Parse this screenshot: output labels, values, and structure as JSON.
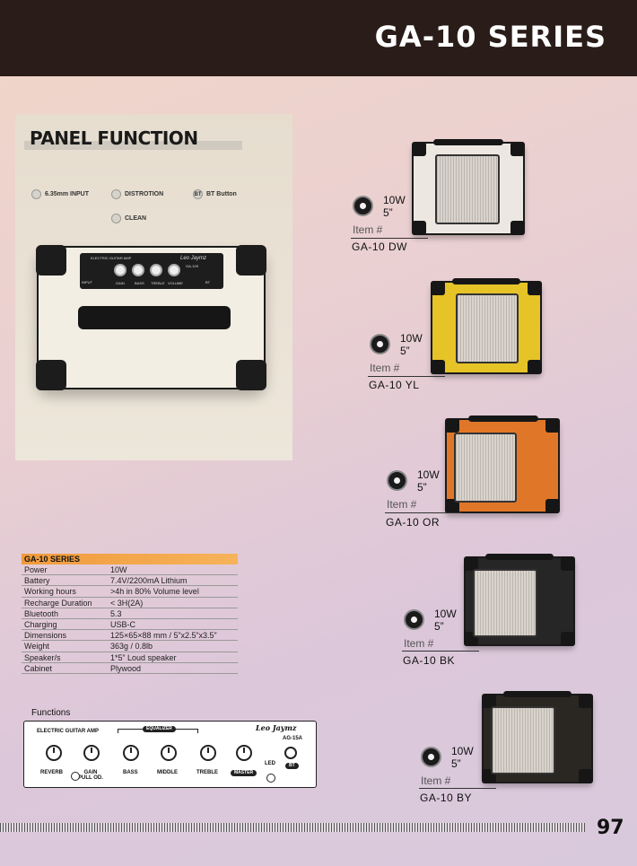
{
  "header": {
    "title": "GA-10 SERIES"
  },
  "panel_function": {
    "title": "PANEL FUNCTION",
    "legend": [
      {
        "label": "6.35mm INPUT",
        "icon": "input-jack-icon"
      },
      {
        "label": "DISTROTION",
        "icon": "cloud-icon"
      },
      {
        "label": "BT Button",
        "icon": "bt-badge-icon",
        "badge": "BT"
      },
      {
        "label": "CLEAN",
        "icon": "cloud-icon"
      }
    ],
    "amp": {
      "panel_title": "ELECTRIC GUITAR AMP",
      "brand": "Leo Jaymz",
      "model": "GA-10S",
      "input_label": "INPUT",
      "knobs": [
        "GAIN",
        "BASS",
        "TREBLE",
        "VOLUME"
      ],
      "bt_label": "BT"
    }
  },
  "products": [
    {
      "watt": "10W",
      "size": "5”",
      "item_label": "Item #",
      "model": "GA-10 DW",
      "color": "#ece8e1"
    },
    {
      "watt": "10W",
      "size": "5”",
      "item_label": "Item #",
      "model": "GA-10 YL",
      "color": "#e6c327"
    },
    {
      "watt": "10W",
      "size": "5”",
      "item_label": "Item #",
      "model": "GA-10 OR",
      "color": "#e07728"
    },
    {
      "watt": "10W",
      "size": "5”",
      "item_label": "Item #",
      "model": "GA-10 BK",
      "color": "#262626"
    },
    {
      "watt": "10W",
      "size": "5”",
      "item_label": "Item #",
      "model": "GA-10 BY",
      "color": "#2a2622"
    }
  ],
  "specs": {
    "header": "GA-10 SERIES",
    "rows": [
      [
        "Power",
        "10W"
      ],
      [
        "Battery",
        "7.4V/2200mA Lithium"
      ],
      [
        "Working hours",
        ">4h in 80% Volume level"
      ],
      [
        "Recharge Duration",
        "< 3H(2A)"
      ],
      [
        "Bluetooth",
        "5.3"
      ],
      [
        "Charging",
        "USB-C"
      ],
      [
        "Dimensions",
        "125×65×88 mm / 5”x2.5”x3.5”"
      ],
      [
        "Weight",
        "363g / 0.8lb"
      ],
      [
        "Speaker/s",
        "1*5” Loud speaker"
      ],
      [
        "Cabinet",
        "Plywood"
      ]
    ]
  },
  "functions": {
    "title": "Functions",
    "panel_title": "ELECTRIC GUITAR AMP",
    "equalizer_label": "EQUALIZER",
    "brand": "Leo Jaymz",
    "model": "AG-15A",
    "knobs": [
      {
        "label": "REVERB"
      },
      {
        "label": "GAIN\nPULL OD."
      },
      {
        "label": "BASS"
      },
      {
        "label": "MIDDLE"
      },
      {
        "label": "TREBLE"
      },
      {
        "label": "MASTER"
      }
    ],
    "led_label": "LED",
    "bt_label": "BT"
  },
  "footer": {
    "page": "97"
  }
}
